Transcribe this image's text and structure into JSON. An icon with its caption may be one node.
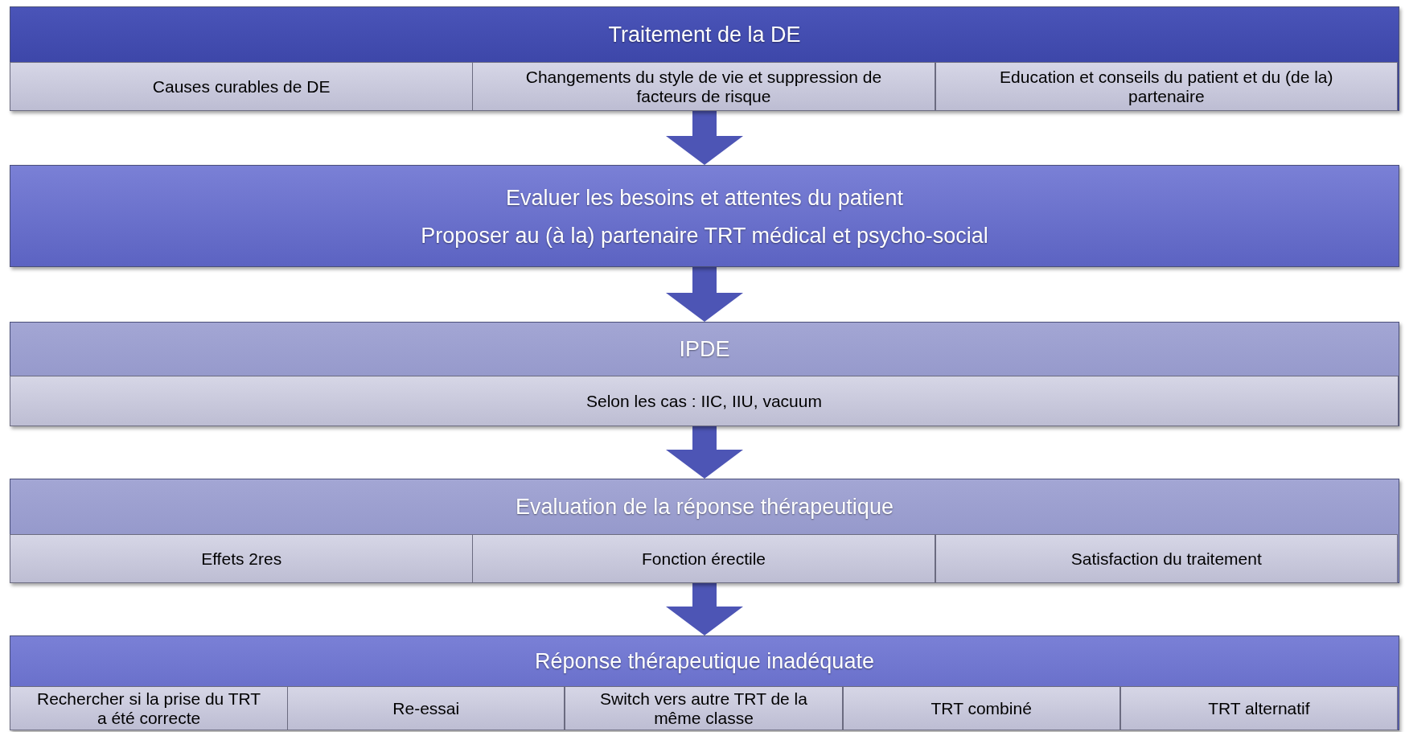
{
  "diagram": {
    "nodes": [
      {
        "text": [
          "Traitement de la DE"
        ]
      },
      {
        "text": [
          "Causes curables de DE"
        ],
        "in": 0
      },
      {
        "text": [
          "Changements du style de vie et suppression de facteurs de risque"
        ],
        "in": 0
      },
      {
        "text": [
          "Education et conseils du patient et du (de la) partenaire"
        ],
        "in": 0
      },
      {
        "text": [
          "Evaluer les besoins et attentes du patient",
          "Proposer au (à la) partenaire TRT médical et psycho-social"
        ]
      },
      {
        "text": [
          "IPDE"
        ]
      },
      {
        "text": [
          "Selon les cas : IIC, IIU, vacuum"
        ],
        "in": 5
      },
      {
        "text": [
          "Evaluation de la réponse thérapeutique"
        ]
      },
      {
        "text": [
          "Effets 2res"
        ],
        "in": 7
      },
      {
        "text": [
          "Fonction érectile"
        ],
        "in": 7
      },
      {
        "text": [
          "Satisfaction du traitement"
        ],
        "in": 7
      },
      {
        "text": [
          "Réponse thérapeutique inadéquate"
        ]
      },
      {
        "text": [
          "Rechercher si la prise du TRT a été correcte"
        ],
        "in": 11
      },
      {
        "text": [
          "Re-essai"
        ],
        "in": 11
      },
      {
        "text": [
          "Switch vers autre TRT de la même classe"
        ],
        "in": 11
      },
      {
        "text": [
          "TRT combiné"
        ],
        "in": 11
      },
      {
        "text": [
          "TRT alternatif"
        ],
        "in": 11
      }
    ],
    "edges": [
      {
        "from": 0,
        "to": 4,
        "arrow": "to"
      },
      {
        "from": 4,
        "to": 5,
        "arrow": "to"
      },
      {
        "from": 5,
        "to": 7,
        "arrow": "to"
      },
      {
        "from": 7,
        "to": 11,
        "arrow": "to"
      }
    ]
  }
}
